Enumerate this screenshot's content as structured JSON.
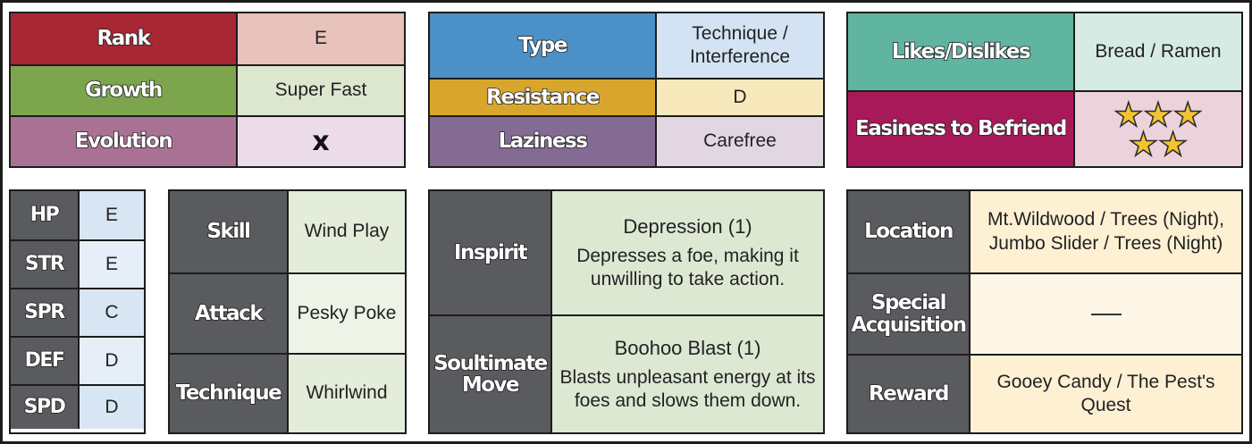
{
  "info": {
    "rank_label": "Rank",
    "rank_value": "E",
    "growth_label": "Growth",
    "growth_value": "Super Fast",
    "evolution_label": "Evolution",
    "evolution_value": "x"
  },
  "type_block": {
    "type_label": "Type",
    "type_value_1": "Technique /",
    "type_value_2": "Interference",
    "resistance_label": "Resistance",
    "resistance_value": "D",
    "laziness_label": "Laziness",
    "laziness_value": "Carefree"
  },
  "likes_block": {
    "likes_label": "Likes/Dislikes",
    "likes_value": "Bread / Ramen",
    "easiness_label": "Easiness to Befriend",
    "easiness_stars": 5,
    "star_row_1": "★★★",
    "star_row_2": "★★"
  },
  "stats": [
    {
      "label": "HP",
      "value": "E"
    },
    {
      "label": "STR",
      "value": "E"
    },
    {
      "label": "SPR",
      "value": "C"
    },
    {
      "label": "DEF",
      "value": "D"
    },
    {
      "label": "SPD",
      "value": "D"
    }
  ],
  "skills": [
    {
      "label": "Skill",
      "value": "Wind Play"
    },
    {
      "label": "Attack",
      "value": "Pesky Poke"
    },
    {
      "label": "Technique",
      "value": "Whirlwind"
    }
  ],
  "moves": [
    {
      "label_1": "Inspirit",
      "label_2": "",
      "name": "Depression (1)",
      "desc_1": "Depresses a foe, making it",
      "desc_2": "unwilling to take action."
    },
    {
      "label_1": "Soultimate",
      "label_2": "Move",
      "name": "Boohoo Blast (1)",
      "desc_1": "Blasts unpleasant energy at its",
      "desc_2": "foes and slows them down."
    }
  ],
  "locations": {
    "location_label": "Location",
    "location_value_1": "Mt.Wildwood / Trees (Night),",
    "location_value_2": "Jumbo Slider / Trees (Night)",
    "special_label_1": "Special",
    "special_label_2": "Acquisition",
    "reward_label": "Reward",
    "reward_value_1": "Gooey Candy / The Pest's",
    "reward_value_2": "Quest"
  },
  "colors": {
    "rank": "#a72735",
    "rank_val": "#e7c3bb",
    "growth": "#7ca54d",
    "growth_val": "#dde7cf",
    "evolution": "#a97295",
    "evolution_val": "#ecdcea",
    "type": "#4b90c6",
    "type_val": "#d3e3f3",
    "resistance": "#d8a62c",
    "resistance_val": "#f8e9bc",
    "laziness": "#836b93",
    "laziness_val": "#e2d6e2",
    "likes": "#5fb5a0",
    "likes_val": "#d6ebe4",
    "easiness": "#a8195a",
    "easiness_val": "#ecd2da",
    "stat_label": "#5a5b5f",
    "stat_val": "#d8e6f4",
    "skill_val": "#e4ecda",
    "move_val": "#dde8d3",
    "loc_val": "#fdf0d3",
    "star": "#f3c431"
  }
}
